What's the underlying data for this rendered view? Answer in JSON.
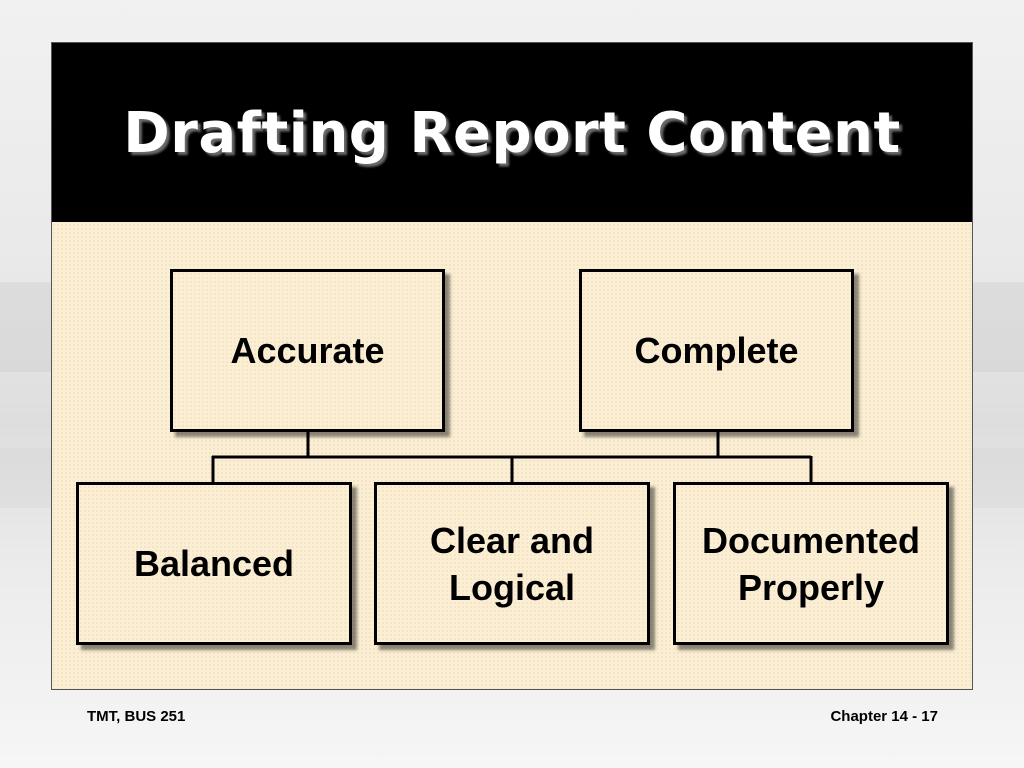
{
  "slide": {
    "title": "Drafting Report Content"
  },
  "diagram": {
    "top_boxes": [
      "Accurate",
      "Complete"
    ],
    "bottom_boxes": [
      "Balanced",
      "Clear and\nLogical",
      "Documented\nProperly"
    ]
  },
  "footer": {
    "left": "TMT, BUS 251",
    "right": "Chapter 14 - 17"
  },
  "colors": {
    "title_bar": "#000000",
    "slide_background": "#fbeed3",
    "title_text": "#ffffff"
  }
}
